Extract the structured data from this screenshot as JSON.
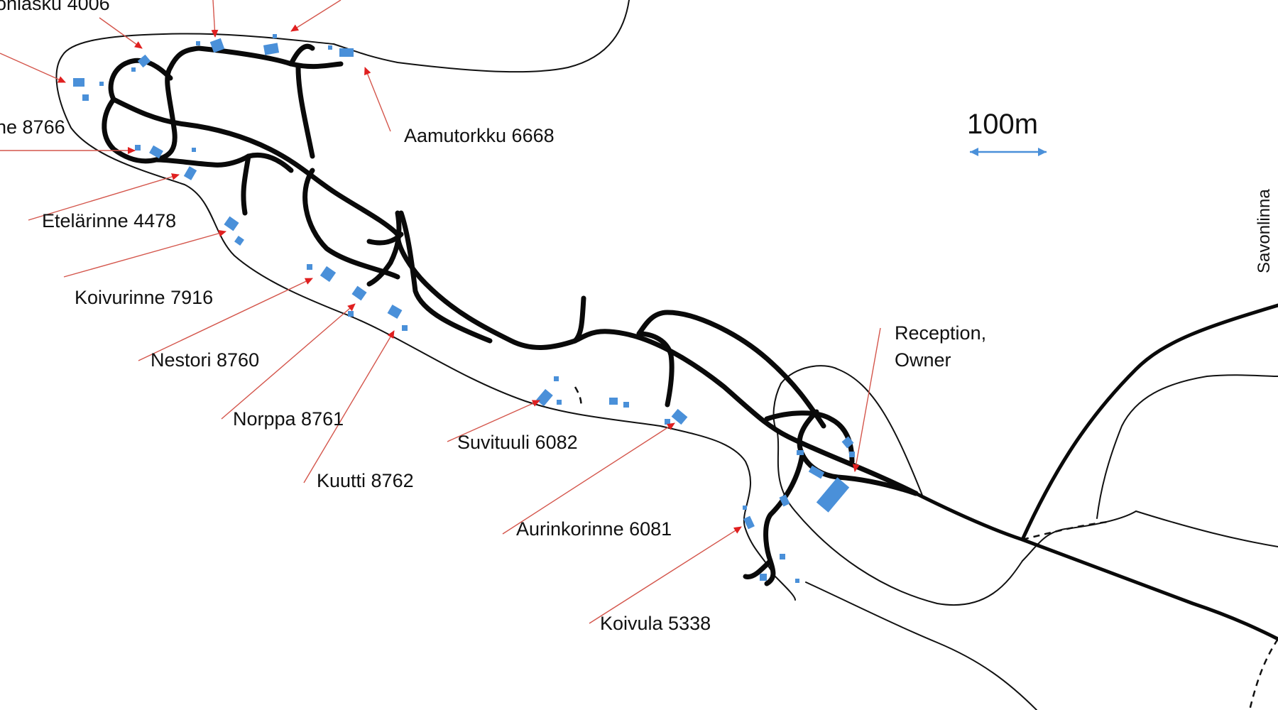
{
  "map": {
    "scale_bar": {
      "label": "100m",
      "color": "#4a90d9"
    },
    "edge_label": "Savonlinna",
    "reception": {
      "line1": "Reception,",
      "line2": "Owner"
    },
    "cottages": [
      {
        "name": "ohiasku 4006",
        "id": "cottage-4006"
      },
      {
        "name": "ne 8766",
        "id": "cottage-8766"
      },
      {
        "name": "Aamutorkku 6668",
        "id": "cottage-6668"
      },
      {
        "name": "Etelärinne 4478",
        "id": "cottage-4478"
      },
      {
        "name": "Koivurinne 7916",
        "id": "cottage-7916"
      },
      {
        "name": "Nestori 8760",
        "id": "cottage-8760"
      },
      {
        "name": "Norppa 8761",
        "id": "cottage-8761"
      },
      {
        "name": "Kuutti 8762",
        "id": "cottage-8762"
      },
      {
        "name": "Suvituuli 6082",
        "id": "cottage-6082"
      },
      {
        "name": "Aurinkorinne 6081",
        "id": "cottage-6081"
      },
      {
        "name": "Koivula 5338",
        "id": "cottage-5338"
      }
    ],
    "colors": {
      "building": "#4a90d9",
      "leader": "#d4564c",
      "road": "#0a0a0a",
      "shoreline": "#111111"
    }
  }
}
